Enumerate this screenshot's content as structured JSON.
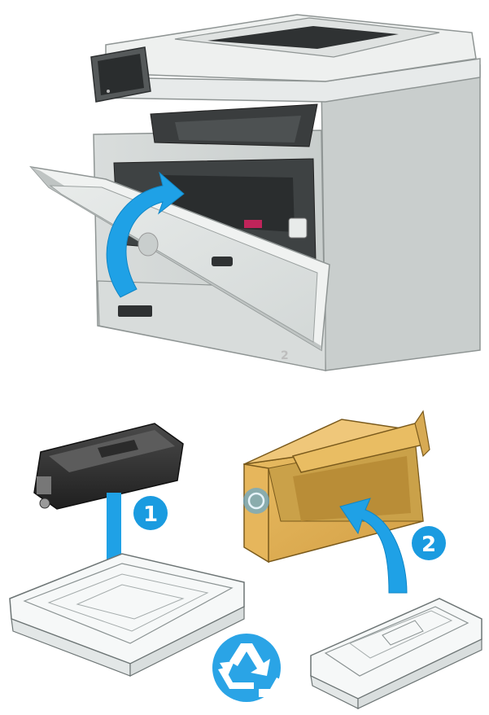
{
  "illustration": {
    "tray_label": "2",
    "steps": [
      {
        "number": "1"
      },
      {
        "number": "2"
      }
    ],
    "colors": {
      "arrow": "#1fa1e6",
      "badge": "#1a9be0",
      "box": "#e0b25a",
      "printer_body": "#e4e7e6",
      "recycle": "#2aa4e6"
    },
    "icons": [
      "printer",
      "touchscreen",
      "toner-cartridge",
      "shipping-box",
      "recycle-symbol",
      "packaging-tray"
    ]
  }
}
